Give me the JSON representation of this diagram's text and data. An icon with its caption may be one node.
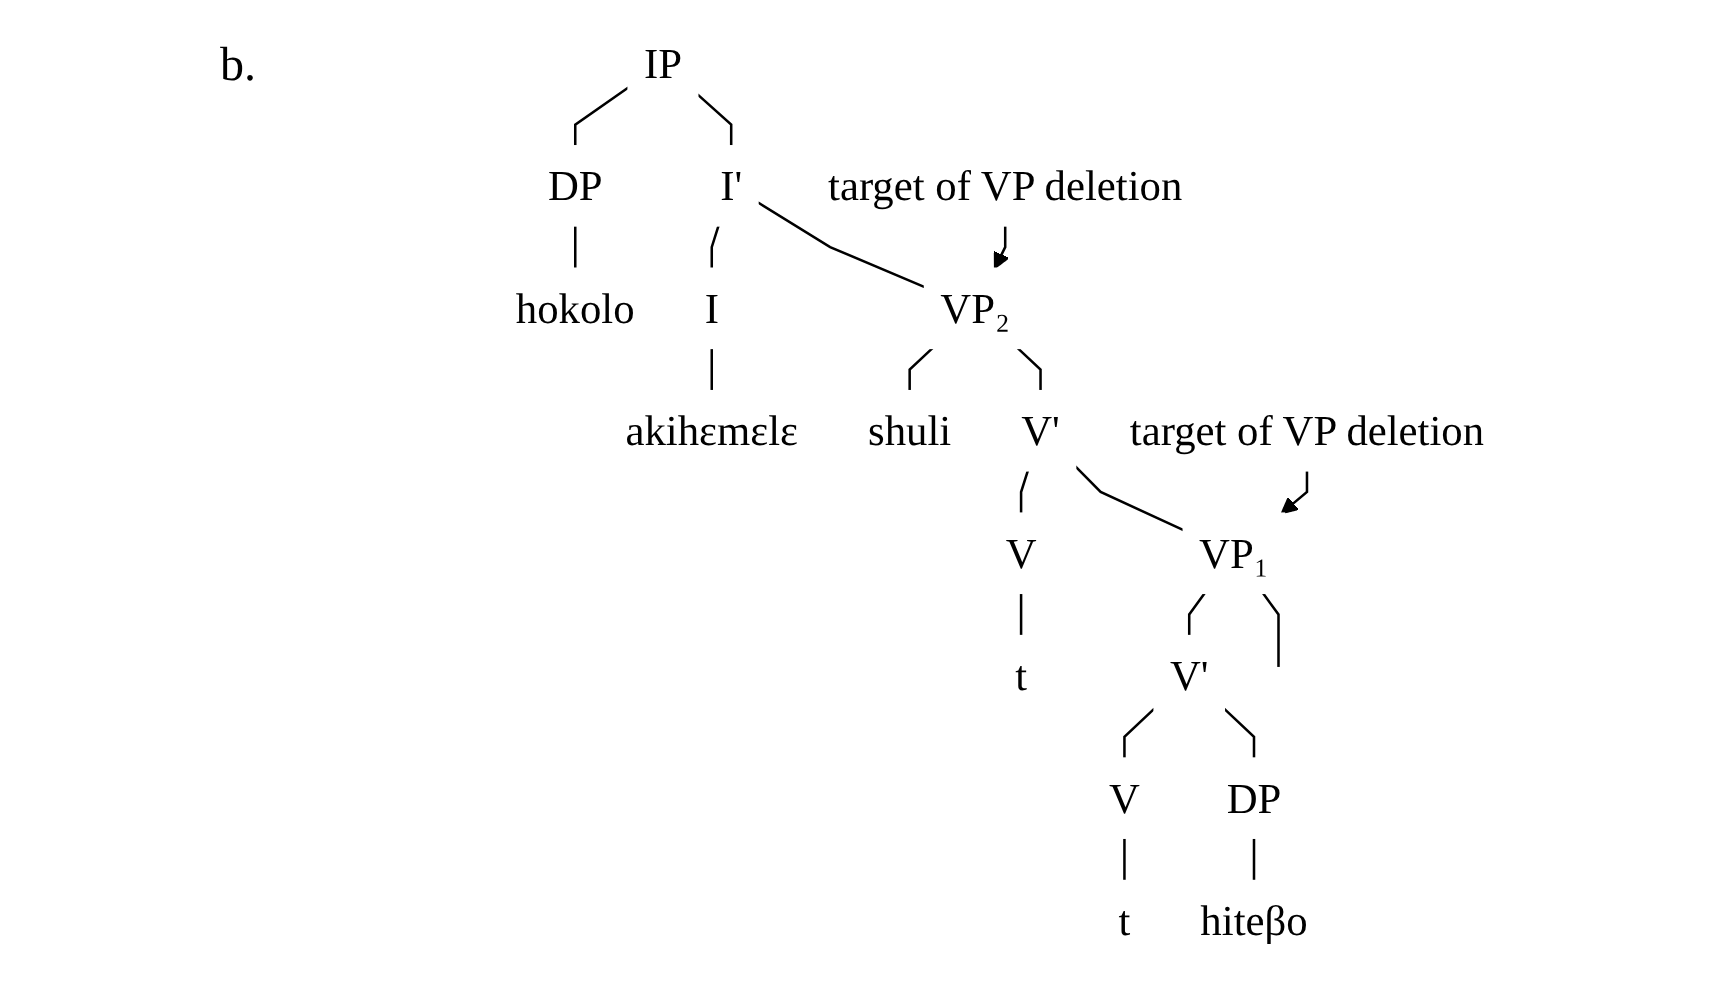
{
  "diagram": {
    "nodes": [
      {
        "text": [
          "IP"
        ]
      },
      {
        "text": [
          "DP"
        ]
      },
      {
        "text": [
          "I'"
        ]
      },
      {
        "text": [
          "hokolo"
        ]
      },
      {
        "text": [
          "I"
        ]
      },
      {
        "text": [
          "VP₂"
        ]
      },
      {
        "text": [
          "akihɛmɛlɛ"
        ]
      },
      {
        "text": [
          "shuli"
        ]
      },
      {
        "text": [
          "V'"
        ]
      },
      {
        "text": [
          "V"
        ]
      },
      {
        "text": [
          "VP₁"
        ]
      },
      {
        "text": [
          "t"
        ]
      },
      {
        "text": [
          "V'"
        ]
      },
      {
        "text": [
          "V"
        ]
      },
      {
        "text": [
          "DP"
        ]
      },
      {
        "text": [
          "t"
        ]
      },
      {
        "text": [
          "hiteβo"
        ]
      },
      {
        "text": [
          "target of VP deletion"
        ]
      },
      {
        "text": [
          "target of VP deletion"
        ]
      }
    ],
    "edges": [
      {
        "from": 0,
        "to": 1,
        "arrow": "none"
      },
      {
        "from": 0,
        "to": 2,
        "arrow": "none"
      },
      {
        "from": 1,
        "to": 3,
        "arrow": "none"
      },
      {
        "from": 2,
        "to": 4,
        "arrow": "none"
      },
      {
        "from": 2,
        "to": 5,
        "arrow": "none"
      },
      {
        "from": 4,
        "to": 6,
        "arrow": "none"
      },
      {
        "from": 5,
        "to": 7,
        "arrow": "none"
      },
      {
        "from": 5,
        "to": 8,
        "arrow": "none"
      },
      {
        "from": 8,
        "to": 9,
        "arrow": "none"
      },
      {
        "from": 8,
        "to": 10,
        "arrow": "none"
      },
      {
        "from": 9,
        "to": 11,
        "arrow": "none"
      },
      {
        "from": 10,
        "to": null,
        "arrow": "none"
      },
      {
        "from": 10,
        "to": 12,
        "arrow": "none"
      },
      {
        "from": 12,
        "to": 13,
        "arrow": "none"
      },
      {
        "from": 12,
        "to": 14,
        "arrow": "none"
      },
      {
        "from": 13,
        "to": 15,
        "arrow": "none"
      },
      {
        "from": 14,
        "to": 16,
        "arrow": "none"
      },
      {
        "from": 17,
        "to": 5,
        "arrow": "to"
      },
      {
        "from": 18,
        "to": 10,
        "arrow": "to"
      }
    ],
    "labels": [
      "b."
    ]
  }
}
